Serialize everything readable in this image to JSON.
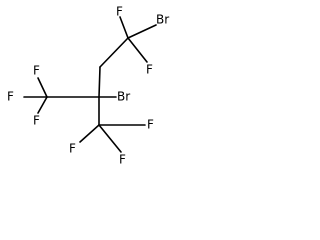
{
  "molecule": {
    "atoms": {
      "f_top_c1": "F",
      "br_c1": "Br",
      "f_lower_c1": "F",
      "f_left_upper": "F",
      "f_left_mid": "F",
      "f_left_lower": "F",
      "br_center": "Br",
      "f_bottom_left": "F",
      "f_bottom_right": "F",
      "f_bottom_mid": "F"
    },
    "colors": {
      "bond": "#000000",
      "label": "#000000",
      "background": "#ffffff"
    }
  }
}
